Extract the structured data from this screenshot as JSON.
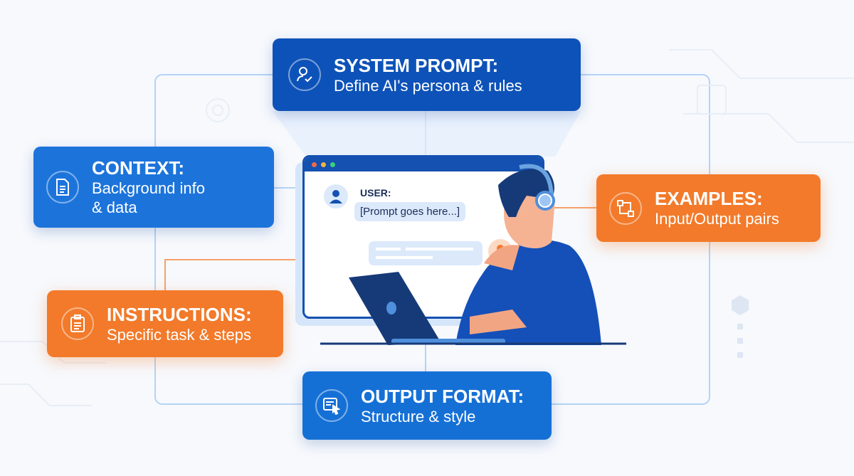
{
  "cards": {
    "system": {
      "title": "SYSTEM PROMPT:",
      "sub": "Define AI's persona & rules",
      "icon": "user-check-icon",
      "color": "#0d52b8"
    },
    "context": {
      "title": "CONTEXT:",
      "sub1": "Background info",
      "sub2": "& data",
      "icon": "document-icon",
      "color": "#1c74db"
    },
    "examples": {
      "title": "EXAMPLES:",
      "sub": "Input/Output pairs",
      "icon": "flow-icon",
      "color": "#f27a2a"
    },
    "instructions": {
      "title": "INSTRUCTIONS:",
      "sub": "Specific task & steps",
      "icon": "clipboard-icon",
      "color": "#f27a2a"
    },
    "output": {
      "title": "OUTPUT FORMAT:",
      "sub": "Structure & style",
      "icon": "format-cursor-icon",
      "color": "#1570d6"
    }
  },
  "screen": {
    "user_label": "USER:",
    "prompt": "[Prompt goes here...]"
  }
}
